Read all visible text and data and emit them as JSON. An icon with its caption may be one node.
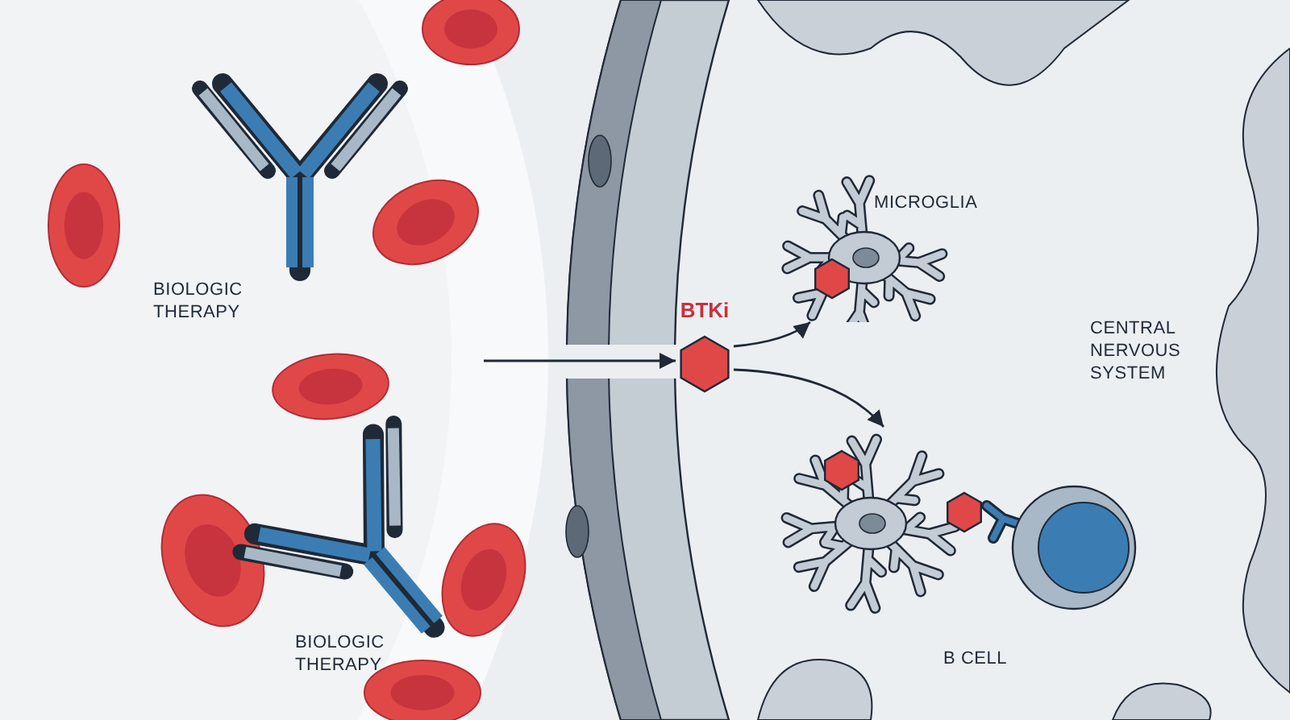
{
  "diagram": {
    "nodes": [
      {
        "text": [
          "BTKi"
        ]
      },
      {
        "text": [
          "MICROGLIA"
        ]
      },
      {
        "text": [],
        "shape": "picture"
      }
    ],
    "edges": [
      {
        "from": null,
        "to": 0,
        "arrow": "to"
      },
      {
        "from": 0,
        "to": 1,
        "arrow": "to"
      },
      {
        "from": 0,
        "to": 2,
        "arrow": "to"
      }
    ],
    "labels": [
      "BIOLOGIC THERAPY",
      "CENTRAL NERVOUS SYSTEM",
      "BIOLOGIC THERAPY",
      "B CELL"
    ]
  }
}
